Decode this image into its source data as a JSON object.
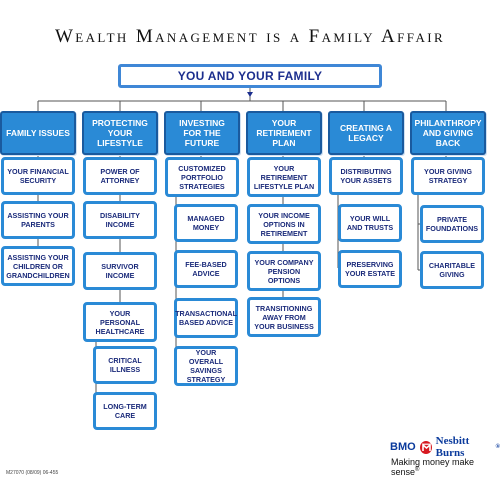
{
  "title": "Wealth Management is a Family Affair",
  "root": "YOU AND YOUR FAMILY",
  "columns": [
    {
      "heading": "FAMILY ISSUES",
      "items": [
        "YOUR FINANCIAL SECURITY",
        "ASSISTING YOUR PARENTS",
        "ASSISTING YOUR CHILDREN OR GRANDCHILDREN"
      ]
    },
    {
      "heading": "PROTECTING YOUR LIFESTYLE",
      "items": [
        "POWER OF ATTORNEY",
        "DISABILITY INCOME",
        "SURVIVOR INCOME",
        "YOUR PERSONAL HEALTHCARE"
      ],
      "subitems": [
        "CRITICAL ILLNESS",
        "LONG-TERM CARE"
      ]
    },
    {
      "heading": "INVESTING FOR THE FUTURE",
      "items": [
        "CUSTOMIZED PORTFOLIO STRATEGIES"
      ],
      "subitems": [
        "MANAGED MONEY",
        "FEE-BASED ADVICE",
        "TRANSACTIONAL BASED ADVICE",
        "YOUR OVERALL SAVINGS STRATEGY"
      ]
    },
    {
      "heading": "YOUR RETIREMENT PLAN",
      "items": [
        "YOUR RETIREMENT LIFESTYLE PLAN",
        "YOUR INCOME OPTIONS IN RETIREMENT",
        "YOUR COMPANY PENSION OPTIONS",
        "TRANSITIONING AWAY FROM YOUR BUSINESS"
      ]
    },
    {
      "heading": "CREATING A LEGACY",
      "items": [
        "DISTRIBUTING YOUR ASSETS"
      ],
      "subitems": [
        "YOUR WILL AND TRUSTS",
        "PRESERVING YOUR ESTATE"
      ]
    },
    {
      "heading": "PHILANTHROPY AND GIVING BACK",
      "items": [
        "YOUR GIVING STRATEGY"
      ],
      "subitems": [
        "PRIVATE FOUNDATIONS",
        "CHARITABLE GIVING"
      ]
    }
  ],
  "footnote": "M27070 (08/09) 06-455",
  "brand": {
    "bmo": "BMO",
    "name": "Nesbitt Burns",
    "registered": "®",
    "tagline": "Making money make sense",
    "trademark": "®",
    "icon": "bmo-roundel-icon"
  },
  "colors": {
    "heading_fill": "#2a8ad6",
    "box_border": "#2a8ad6",
    "text_dark_blue": "#1a2a7a",
    "connector": "#555555",
    "brand_blue": "#0a3a9c",
    "brand_red": "#d71920"
  }
}
